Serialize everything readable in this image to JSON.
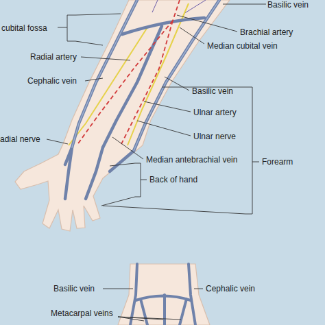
{
  "diagram": {
    "labels": [
      "Basilic vein",
      "cubital fossa",
      "Brachial artery",
      "Median cubital vein",
      "Radial artery",
      "Cephalic vein",
      "Basilic vein",
      "Ulnar artery",
      "Ulnar nerve",
      "Forearm",
      "adial nerve",
      "Median antebrachial vein",
      "Back of hand",
      "Basilic vein",
      "Cephalic vein",
      "Metacarpal veins"
    ]
  }
}
